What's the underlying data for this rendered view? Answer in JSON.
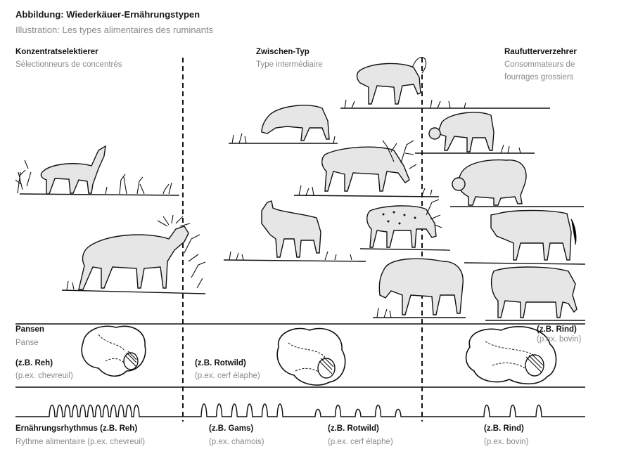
{
  "header": {
    "title": "Abbildung: Wiederkäuer-Ernährungstypen",
    "subtitle": "Illustration: Les types alimentaires des ruminants"
  },
  "columns": {
    "concentrate": {
      "de": "Konzentratselektierer",
      "fr": "Sélectionneurs de concentrés"
    },
    "intermediate": {
      "de": "Zwischen-Typ",
      "fr": "Type intermédiaire"
    },
    "roughage": {
      "de": "Raufutterverzehrer",
      "fr_line1": "Consommateurs de",
      "fr_line2": "fourrages grossiers"
    }
  },
  "rumen": {
    "label_de": "Pansen",
    "label_fr": "Panse",
    "examples": [
      {
        "de": "(z.B. Reh)",
        "fr": "(p.ex. chevreuil)"
      },
      {
        "de": "(z.B. Rotwild)",
        "fr": "(p.ex. cerf élaphe)"
      },
      {
        "de": "(z.B. Rind)",
        "fr": "(p.ex. bovin)"
      }
    ]
  },
  "rhythm": {
    "label_de": "Ernährungsrhythmus (z.B. Reh)",
    "label_fr": "Rythme alimentaire (p.ex. chevreuil)",
    "examples": [
      {
        "de": "(z.B. Gams)",
        "fr": "(p.ex. chamois)"
      },
      {
        "de": "(z.B. Rotwild)",
        "fr": "(p.ex. cerf élaphe)"
      },
      {
        "de": "(z.B. Rind)",
        "fr": "(p.ex. bovin)"
      }
    ],
    "peak_counts": {
      "reh": 12,
      "gams": 6,
      "rotwild": 5,
      "rind": 3
    }
  },
  "illustrations": {
    "animals": [
      "roe-deer",
      "moose",
      "chamois",
      "ibex",
      "red-deer",
      "goat",
      "fallow-deer",
      "mouflon",
      "sheep",
      "cow",
      "bison",
      "cattle"
    ]
  }
}
